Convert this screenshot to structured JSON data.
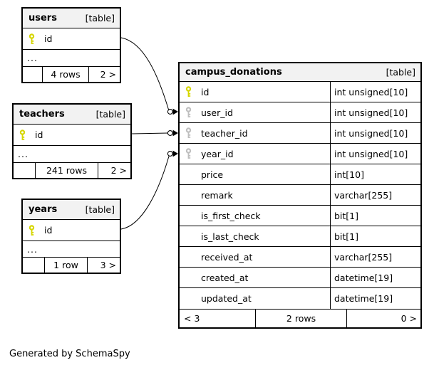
{
  "diagram": {
    "credit": "Generated by SchemaSpy"
  },
  "colors": {
    "header_bg": "#f2f2f2",
    "pk_key": "#d6d600",
    "fk_key": "#bfbfbf",
    "border": "#000000"
  },
  "tables": {
    "users": {
      "name": "users",
      "type_label": "[table]",
      "columns": [
        {
          "name": "id",
          "key": "pk"
        }
      ],
      "ellipsis": "...",
      "footer": {
        "left": "",
        "rows": "4 rows",
        "right": "2 >"
      }
    },
    "teachers": {
      "name": "teachers",
      "type_label": "[table]",
      "columns": [
        {
          "name": "id",
          "key": "pk"
        }
      ],
      "ellipsis": "...",
      "footer": {
        "left": "",
        "rows": "241 rows",
        "right": "2 >"
      }
    },
    "years": {
      "name": "years",
      "type_label": "[table]",
      "columns": [
        {
          "name": "id",
          "key": "pk"
        }
      ],
      "ellipsis": "...",
      "footer": {
        "left": "",
        "rows": "1 row",
        "right": "3 >"
      }
    },
    "campus_donations": {
      "name": "campus_donations",
      "type_label": "[table]",
      "columns": [
        {
          "name": "id",
          "type": "int unsigned[10]",
          "key": "pk"
        },
        {
          "name": "user_id",
          "type": "int unsigned[10]",
          "key": "fk"
        },
        {
          "name": "teacher_id",
          "type": "int unsigned[10]",
          "key": "fk"
        },
        {
          "name": "year_id",
          "type": "int unsigned[10]",
          "key": "fk"
        },
        {
          "name": "price",
          "type": "int[10]",
          "key": ""
        },
        {
          "name": "remark",
          "type": "varchar[255]",
          "key": ""
        },
        {
          "name": "is_first_check",
          "type": "bit[1]",
          "key": ""
        },
        {
          "name": "is_last_check",
          "type": "bit[1]",
          "key": ""
        },
        {
          "name": "received_at",
          "type": "varchar[255]",
          "key": ""
        },
        {
          "name": "created_at",
          "type": "datetime[19]",
          "key": ""
        },
        {
          "name": "updated_at",
          "type": "datetime[19]",
          "key": ""
        }
      ],
      "footer": {
        "left": "< 3",
        "rows": "2 rows",
        "right": "0 >"
      }
    }
  },
  "relationships": [
    {
      "from": "users.id",
      "to": "campus_donations.user_id"
    },
    {
      "from": "teachers.id",
      "to": "campus_donations.teacher_id"
    },
    {
      "from": "years.id",
      "to": "campus_donations.year_id"
    }
  ]
}
